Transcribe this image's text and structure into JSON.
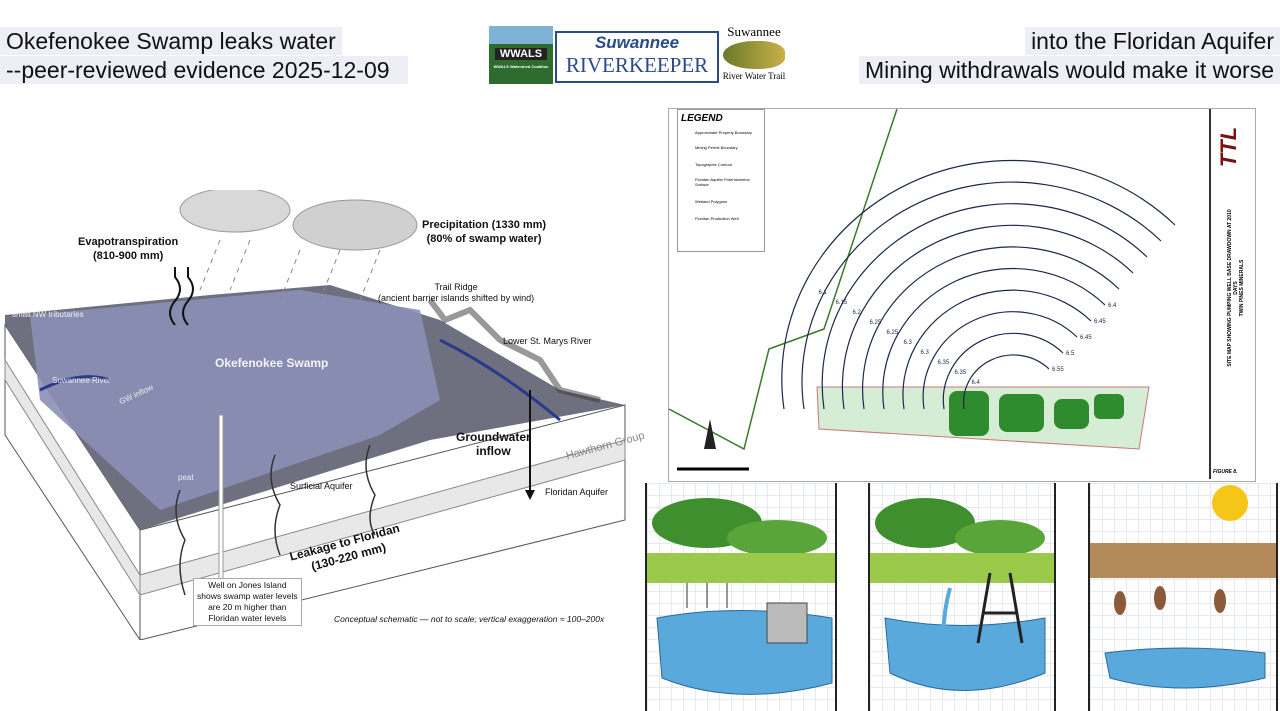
{
  "header": {
    "left_line1": "Okefenokee Swamp leaks water",
    "left_line2": "--peer-reviewed evidence 2025-12-09",
    "right_line1": "into the Floridan Aquifer",
    "right_line2": "Mining withdrawals would make it worse"
  },
  "logos": {
    "wwals": "WWALS",
    "wwals_sub": "WWALS Watershed Coalition",
    "riverkeeper_top": "Suwannee",
    "riverkeeper_bottom": "RIVERKEEPER",
    "trail_top": "Suwannee",
    "trail_bottom": "River Water Trail"
  },
  "schematic": {
    "evapotranspiration": "Evapotranspiration",
    "evapotranspiration_value": "(810-900 mm)",
    "precipitation": "Precipitation (1330 mm)",
    "precipitation_share": "(80% of swamp water)",
    "trail_ridge": "Trail Ridge",
    "trail_ridge_note": "(ancient barrier islands shifted by wind)",
    "small_nw_tributaries": "small NW tributaries",
    "lower_st_marys": "Lower St. Marys River",
    "swamp_name": "Okefenokee Swamp",
    "suwannee_river": "Suwannee River",
    "gw_inflow_small": "GW inflow",
    "groundwater_inflow": "Groundwater",
    "groundwater_inflow2": "inflow",
    "hawthorn_group": "Hawthorn Group",
    "peat": "peat",
    "surficial_aquifer": "Surficial Aquifer",
    "floridan_aquifer": "Floridan Aquifer",
    "leakage": "Leakage to Floridan",
    "leakage_value": "(130-220 mm)",
    "well_note": [
      "Well on Jones Island",
      "shows swamp water levels",
      "are 20 m higher than",
      "Floridan water levels"
    ],
    "caption": "Conceptual schematic — not to scale; vertical exaggeration ≈ 100–200x"
  },
  "map": {
    "legend_title": "LEGEND",
    "legend_items": [
      "Approximate Property Boundary",
      "Mining Permit Boundary",
      "Topographic Contour",
      "Floridan Aquifer Potentiometric Surface",
      "Wetland Polygons",
      "Floridan Production Well"
    ],
    "contours": [
      "6.1",
      "6.15",
      "6.2",
      "6.25",
      "6.25",
      "6.3",
      "6.3",
      "6.35",
      "6.35",
      "6.4",
      "6.4",
      "6.45",
      "6.45",
      "6.5",
      "6.55"
    ],
    "logo": "TTL",
    "title": "SITE MAP SHOWING PUMPING WELL BASE DRAWDOWN AT 2010 DAYS",
    "client": "TWIN PINES MINERALS",
    "figure": "FIGURE 8.",
    "colors": {
      "refuge_boundary": "#3a7a2a",
      "wetland": "#2e8b2e",
      "contour": "#1a2a4a"
    }
  },
  "panels": {
    "colors": {
      "grass": "#9bc94a",
      "water": "#5aa9dc",
      "dry_soil": "#b58a5a",
      "sun": "#f5c518"
    }
  }
}
